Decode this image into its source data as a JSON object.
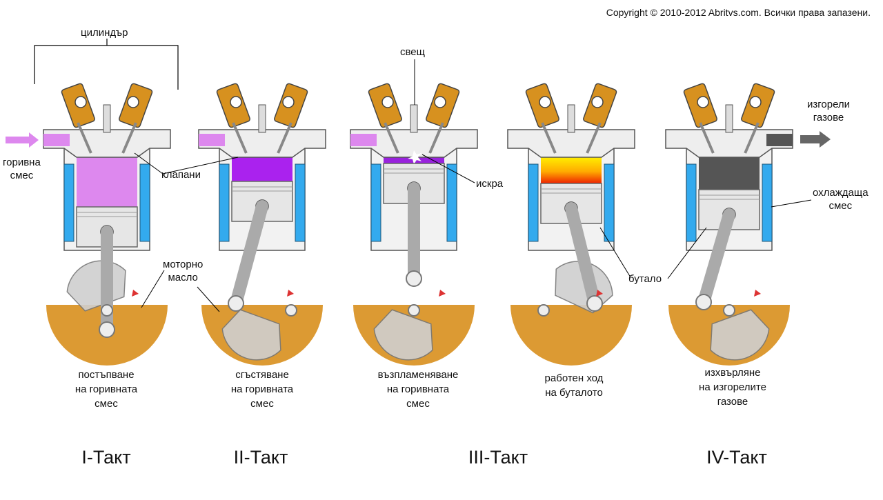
{
  "copyright": "Copyright © 2010-2012 Abritvs.com. Всички права запазени.",
  "labels": {
    "cylinder": "цилиндър",
    "fuel_mix_line1": "горивна",
    "fuel_mix_line2": "смес",
    "valves": "клапани",
    "spark_plug": "свещ",
    "spark": "искра",
    "motor_oil_line1": "моторно",
    "motor_oil_line2": "масло",
    "exhaust_line1": "изгорели",
    "exhaust_line2": "газове",
    "coolant_line1": "охлаждаща",
    "coolant_line2": "смес",
    "piston": "бутало"
  },
  "stages": [
    {
      "caption": [
        "постъпване",
        "на горивната",
        "смес"
      ],
      "stroke": "I-Такт",
      "chamber_color": "#dd88ee"
    },
    {
      "caption": [
        "сгъстяване",
        "на горивната",
        "смес"
      ],
      "stroke": "II-Такт",
      "chamber_color": "#aa22ee"
    },
    {
      "caption": [
        "възпламеняване",
        "на горивната",
        "смес"
      ],
      "stroke": "III-Такт",
      "chamber_color": "#9922dd"
    },
    {
      "caption": [
        "работен ход",
        "на буталото"
      ],
      "stroke": "",
      "chamber_color": "#ffcc00"
    },
    {
      "caption": [
        "изхвърляне",
        "на изгорелите",
        "газове"
      ],
      "stroke": "IV-Такт",
      "chamber_color": "#555555"
    }
  ],
  "colors": {
    "oil": "#dc9a33",
    "valve_housing": "#d7911f",
    "coolant": "#33aaee",
    "metal": "#e6e6e6",
    "fuel_arrow": "#dd88ee",
    "exhaust_arrow": "#666666"
  }
}
